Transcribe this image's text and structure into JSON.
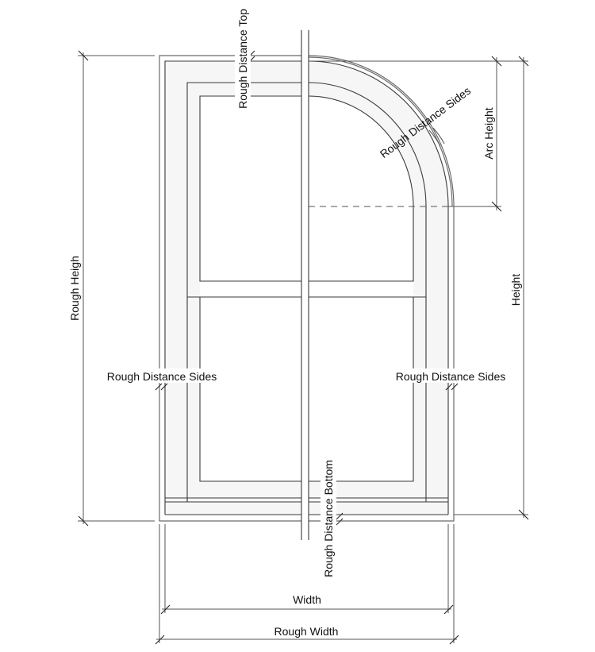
{
  "diagram": {
    "title": "Arched top window dimension diagram",
    "colors": {
      "frame_fill": "#f6f6f6",
      "line": "#6b6b6b",
      "text": "#111111",
      "background": "#ffffff"
    },
    "labels": {
      "rough_distance_top": "Rough Distance Top",
      "rough_distance_sides_arc": "Rough Distance Sides",
      "arc_height": "Arc Height",
      "height": "Height",
      "rough_height": "Rough Heigh",
      "rough_distance_sides_left": "Rough Distance Sides",
      "rough_distance_sides_right": "Rough Distance Sides",
      "rough_distance_bottom": "Rough Distance Bottom",
      "width": "Width",
      "rough_width": "Rough Width"
    }
  }
}
